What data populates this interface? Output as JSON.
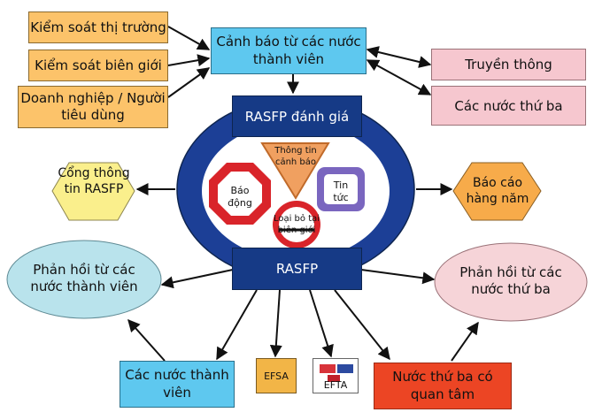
{
  "diagram": {
    "top_left": [
      "Kiểm soát thị trường",
      "Kiểm soát biên giới",
      "Doanh nghiệp / Người tiêu dùng"
    ],
    "top_center": "Cảnh báo từ các nước thành viên",
    "top_right": [
      "Truyền thông",
      "Các nước thứ ba"
    ],
    "assess": "RASFP đánh giá",
    "center": {
      "info": "Thông tin cảnh báo",
      "alarm": "Báo động",
      "news": "Tin tức",
      "border": "Loại bỏ tại biên giới"
    },
    "rasfp": "RASFP",
    "portal": "Cổng thông tin RASFP",
    "annual": "Báo cáo hàng năm",
    "feedback_members": "Phản hồi từ các nước thành viên",
    "feedback_third": "Phản hồi từ các nước thứ ba",
    "bottom": {
      "members": "Các nước thành viên",
      "efsa": "EFSA",
      "efta": "EFTA",
      "interested": "Nước thứ ba có quan tâm"
    }
  }
}
